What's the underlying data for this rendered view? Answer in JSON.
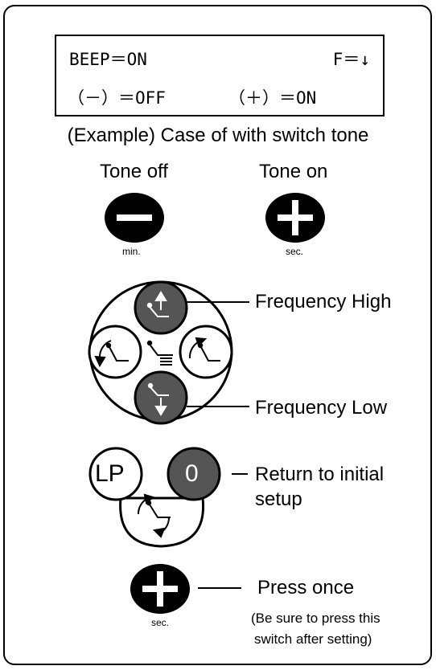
{
  "display": {
    "line1_left": "BEEP＝ON",
    "line1_right": "F＝↓",
    "line2_left": "（－）＝OFF",
    "line2_right": "（＋）＝ON"
  },
  "caption": "(Example) Case of with switch tone",
  "tone_off": {
    "label": "Tone off",
    "sublabel": "min."
  },
  "tone_on": {
    "label": "Tone on",
    "sublabel": "sec."
  },
  "cluster": {
    "freq_high_label": "Frequency High",
    "freq_low_label": "Frequency Low"
  },
  "lp_group": {
    "lp_text": "LP",
    "zero_text": "0",
    "label_line1": "Return to initial",
    "label_line2": "setup"
  },
  "press_once": {
    "label": "Press once",
    "sublabel": "sec.",
    "note_line1": "(Be sure to press this",
    "note_line2": "switch after setting)"
  },
  "colors": {
    "dark_button": "#555555",
    "ink": "#000000",
    "background": "#ffffff"
  }
}
